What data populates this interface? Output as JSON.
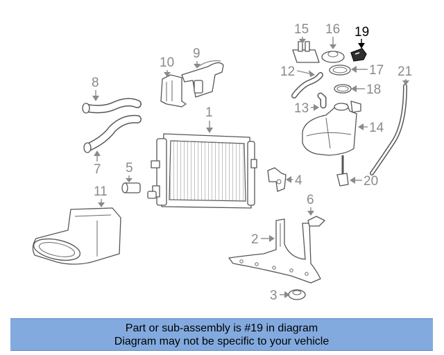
{
  "callouts": [
    {
      "id": "1",
      "label": "1"
    },
    {
      "id": "2",
      "label": "2"
    },
    {
      "id": "3",
      "label": "3"
    },
    {
      "id": "4",
      "label": "4"
    },
    {
      "id": "5",
      "label": "5"
    },
    {
      "id": "6",
      "label": "6"
    },
    {
      "id": "7",
      "label": "7"
    },
    {
      "id": "8",
      "label": "8"
    },
    {
      "id": "9",
      "label": "9"
    },
    {
      "id": "10",
      "label": "10"
    },
    {
      "id": "11",
      "label": "11"
    },
    {
      "id": "12",
      "label": "12"
    },
    {
      "id": "13",
      "label": "13"
    },
    {
      "id": "14",
      "label": "14"
    },
    {
      "id": "15",
      "label": "15"
    },
    {
      "id": "16",
      "label": "16"
    },
    {
      "id": "17",
      "label": "17"
    },
    {
      "id": "18",
      "label": "18"
    },
    {
      "id": "19",
      "label": "19",
      "highlighted": true
    },
    {
      "id": "20",
      "label": "20"
    },
    {
      "id": "21",
      "label": "21"
    }
  ],
  "banner": {
    "line1": "Part or sub-assembly is #19 in diagram",
    "line2": "Diagram may not be specific to your vehicle"
  },
  "colors": {
    "banner_background": "#82aadf",
    "callout_text": "#8a8a8a",
    "highlight_callout": "#000000"
  }
}
